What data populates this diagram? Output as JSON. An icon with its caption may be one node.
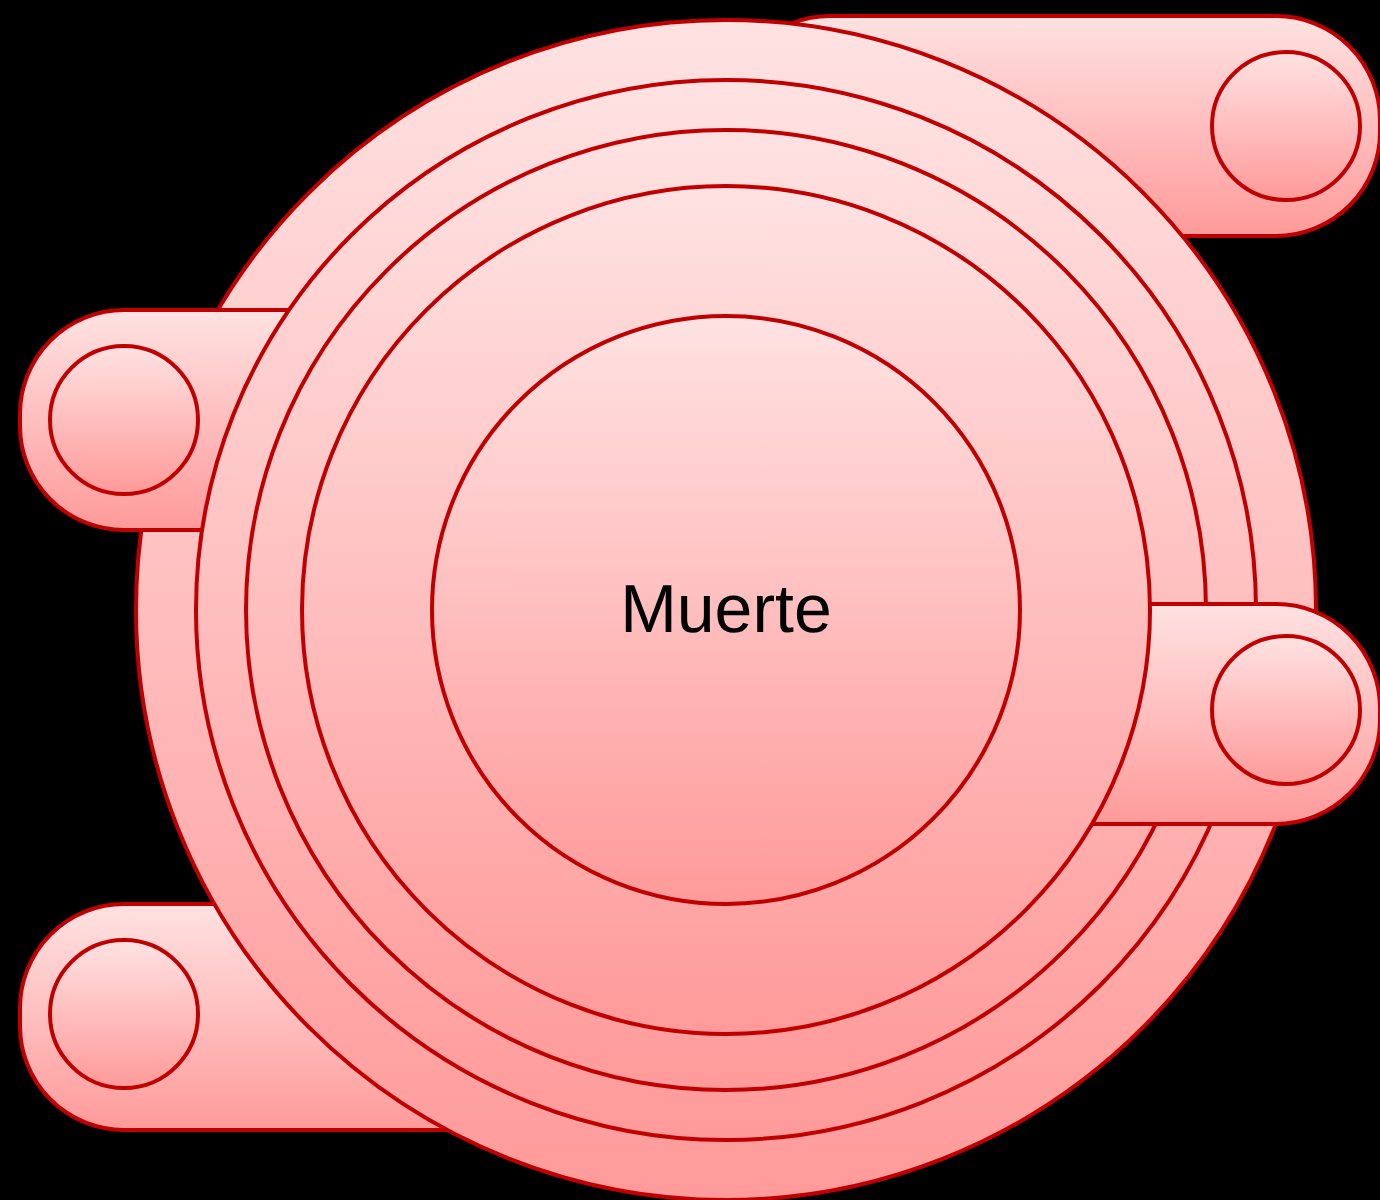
{
  "diagram": {
    "nodes": [
      {
        "text": [],
        "shape": "circle"
      },
      {
        "text": [],
        "shape": "circle"
      },
      {
        "text": [
          "Muerte"
        ]
      },
      {
        "text": [],
        "shape": "circle"
      },
      {
        "text": [],
        "shape": "circle"
      }
    ]
  }
}
